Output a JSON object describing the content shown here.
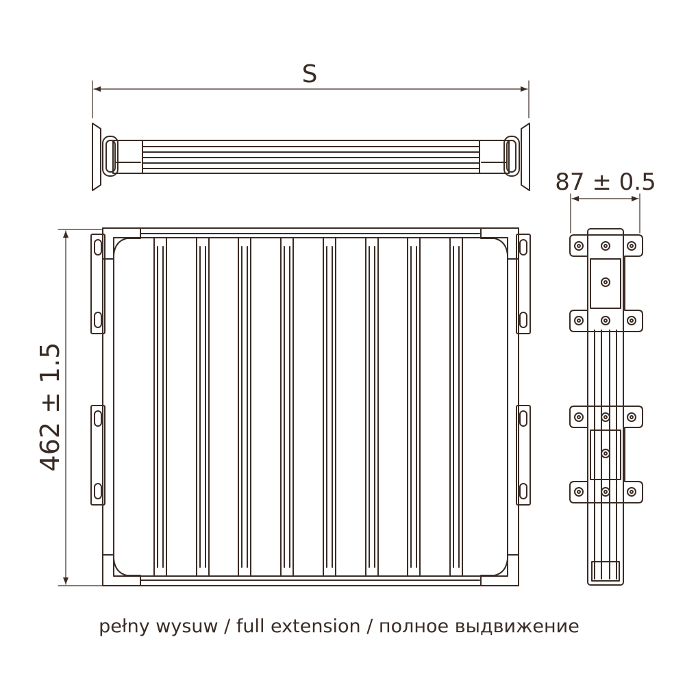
{
  "labels": {
    "width_symbol": "S",
    "height_dimension": "462 ± 1.5",
    "side_dimension": "87 ± 0.5",
    "caption": "pełny wysuw / full extension / полное выдвижение"
  },
  "colors": {
    "stroke": "#3a2c25",
    "background": "#ffffff"
  }
}
